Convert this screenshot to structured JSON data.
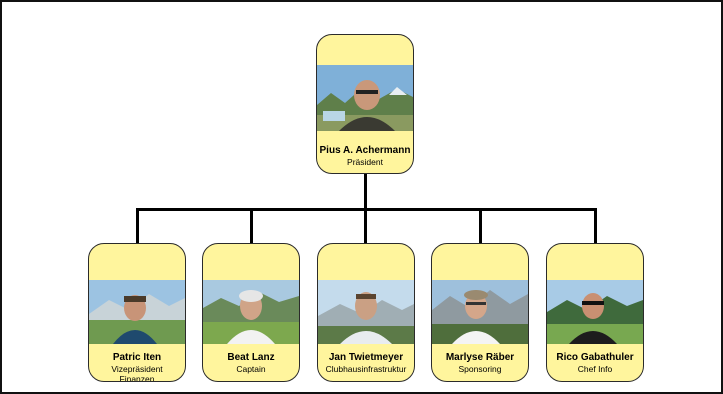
{
  "president": {
    "name": "Pius A. Achermann",
    "role": "Präsident",
    "photo": "president-portrait"
  },
  "members": [
    {
      "name": "Patric Iten",
      "role": [
        "Vizepräsident",
        "Finanzen"
      ],
      "photo": "member-portrait"
    },
    {
      "name": "Beat Lanz",
      "role": [
        "Captain"
      ],
      "photo": "member-portrait"
    },
    {
      "name": "Jan Twietmeyer",
      "role": [
        "Clubhausinfrastruktur"
      ],
      "photo": "member-portrait"
    },
    {
      "name": "Marlyse Räber",
      "role": [
        "Sponsoring"
      ],
      "photo": "member-portrait"
    },
    {
      "name": "Rico Gabathuler",
      "role": [
        "Chef Info"
      ],
      "photo": "member-portrait"
    }
  ],
  "colors": {
    "card": "#fff59d",
    "border": "#2b2b2b",
    "connector": "#000000"
  }
}
